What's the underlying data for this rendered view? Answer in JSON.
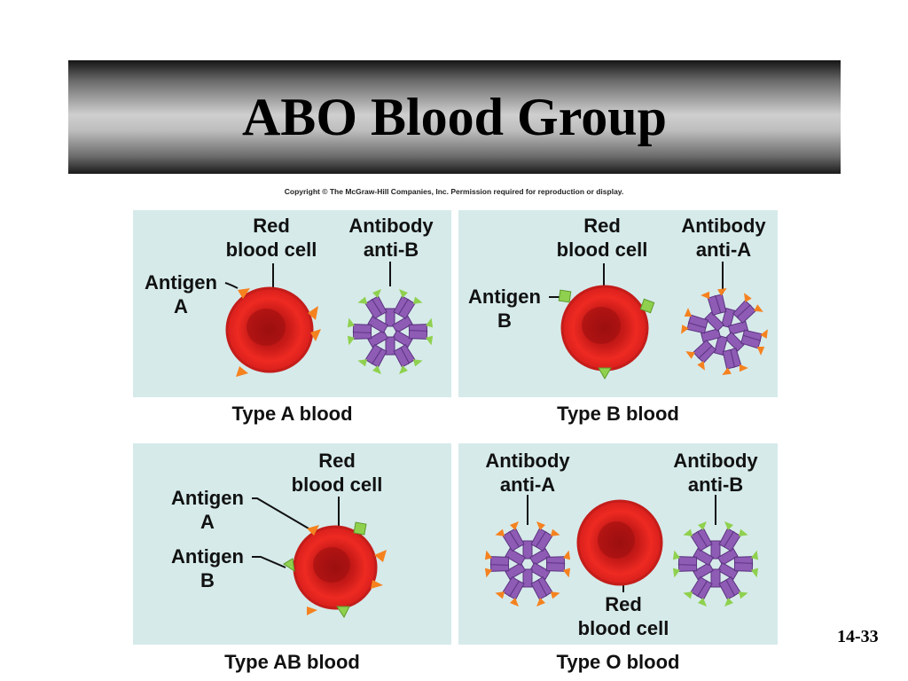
{
  "title": "ABO Blood Group",
  "copyright": "Copyright © The McGraw-Hill Companies, Inc. Permission required for reproduction or display.",
  "slide_number": "14-33",
  "colors": {
    "panel_bg": "#d6eaea",
    "red_cell": "#e32420",
    "antigen_a": "#f5821f",
    "antigen_b": "#8fd14f",
    "antibody": "#8e5bb5"
  },
  "panels": {
    "type_a": {
      "label_red_cell_1": "Red",
      "label_red_cell_2": "blood cell",
      "label_antibody_1": "Antibody",
      "label_antibody_2": "anti-B",
      "label_antigen_1": "Antigen",
      "label_antigen_2": "A",
      "caption": "Type A blood"
    },
    "type_b": {
      "label_red_cell_1": "Red",
      "label_red_cell_2": "blood cell",
      "label_antibody_1": "Antibody",
      "label_antibody_2": "anti-A",
      "label_antigen_1": "Antigen",
      "label_antigen_2": "B",
      "caption": "Type B blood"
    },
    "type_ab": {
      "label_red_cell_1": "Red",
      "label_red_cell_2": "blood cell",
      "label_antigen_a_1": "Antigen",
      "label_antigen_a_2": "A",
      "label_antigen_b_1": "Antigen",
      "label_antigen_b_2": "B",
      "caption": "Type AB blood"
    },
    "type_o": {
      "label_antibody_a_1": "Antibody",
      "label_antibody_a_2": "anti-A",
      "label_antibody_b_1": "Antibody",
      "label_antibody_b_2": "anti-B",
      "label_red_cell_1": "Red",
      "label_red_cell_2": "blood cell",
      "caption": "Type O blood"
    }
  }
}
